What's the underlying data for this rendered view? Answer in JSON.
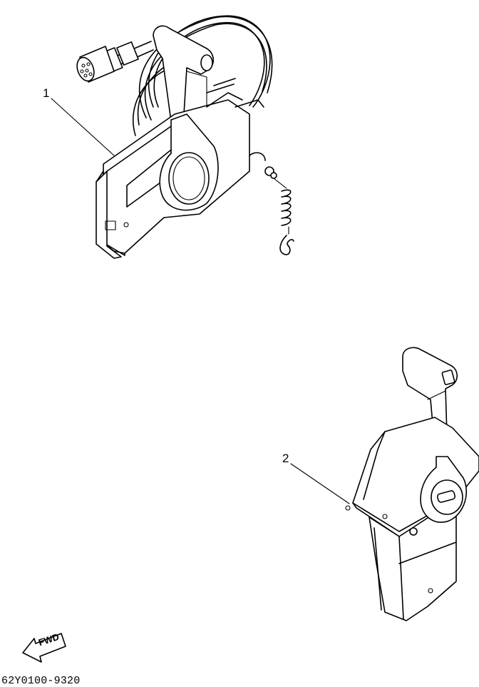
{
  "callouts": {
    "part1": "1",
    "part2": "2"
  },
  "fwd_indicator": {
    "text": "FWD",
    "icon": "fwd-arrow-icon"
  },
  "part_code": "62Y0100-9320",
  "colors": {
    "line": "#000000",
    "background": "#ffffff"
  }
}
